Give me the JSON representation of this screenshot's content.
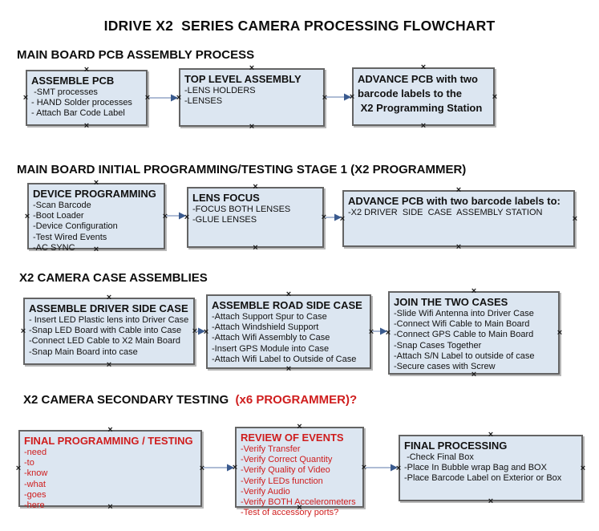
{
  "title": "IDRIVE X2  SERIES CAMERA PROCESSING FLOWCHART",
  "colors": {
    "box_fill": "#dce6f1",
    "box_border": "#646464",
    "text": "#111111",
    "accent_red": "#cf1d1d",
    "arrow_shaft": "#a3b3cf",
    "arrow_head": "#3a5a8e"
  },
  "sections": [
    {
      "heading": "MAIN BOARD PCB ASSEMBLY PROCESS",
      "boxes": [
        {
          "title": "ASSEMBLE PCB",
          "items": [
            " -SMT processes",
            "- HAND Solder processes",
            "- Attach Bar Code Label"
          ]
        },
        {
          "title": "TOP LEVEL ASSEMBLY",
          "items": [
            "-LENS HOLDERS",
            "-LENSES"
          ]
        },
        {
          "title_lines": [
            "ADVANCE PCB with two",
            "barcode labels to the",
            " X2 Programming Station"
          ]
        }
      ]
    },
    {
      "heading": "MAIN BOARD INITIAL PROGRAMMING/TESTING STAGE 1 (X2 PROGRAMMER)",
      "boxes": [
        {
          "title": "DEVICE PROGRAMMING",
          "items": [
            "-Scan Barcode",
            "-Boot Loader",
            "-Device Configuration",
            "-Test Wired Events",
            "-AC SYNC"
          ]
        },
        {
          "title": "LENS FOCUS",
          "items": [
            "-FOCUS BOTH LENSES",
            "-GLUE LENSES"
          ]
        },
        {
          "title": "ADVANCE PCB with two barcode labels to:",
          "items": [
            "-X2 DRIVER  SIDE  CASE  ASSEMBLY STATION"
          ]
        }
      ]
    },
    {
      "heading": "X2 CAMERA CASE ASSEMBLIES",
      "boxes": [
        {
          "title": "ASSEMBLE DRIVER SIDE CASE",
          "items": [
            "- Insert LED Plastic lens into Driver Case",
            "-Snap LED Board with Cable into Case",
            "-Connect LED Cable to X2 Main Board",
            "-Snap Main Board into case"
          ]
        },
        {
          "title": "ASSEMBLE ROAD SIDE CASE",
          "items": [
            "-Attach Support Spur to Case",
            "-Attach Windshield Support",
            "-Attach Wifi Assembly to Case",
            "-Insert GPS Module into Case",
            "-Attach Wifi Label to Outside of Case"
          ]
        },
        {
          "title": "JOIN THE TWO CASES",
          "items": [
            "-Slide Wifi Antenna into Driver Case",
            "-Connect Wifi Cable to Main Board",
            "-Connect GPS Cable to Main Board",
            "-Snap Cases Together",
            "-Attach S/N Label to outside of case",
            "-Secure cases with Screw"
          ]
        }
      ]
    },
    {
      "heading": "X2 CAMERA SECONDARY TESTING  ",
      "heading_accent": "(x6 PROGRAMMER)?",
      "boxes": [
        {
          "title": "FINAL PROGRAMMING / TESTING",
          "items": [
            "-need",
            "-to",
            "-know",
            "-what",
            "-goes",
            "-here"
          ]
        },
        {
          "title": "REVIEW OF EVENTS",
          "items": [
            "-Verify Transfer",
            "-Verify Correct Quantity",
            "-Verify Quality of Video",
            "-Verify LEDs function",
            "-Verify Audio",
            "-Verify BOTH Accelerometers",
            "-Test of accessory ports?"
          ]
        },
        {
          "title": "FINAL PROCESSING",
          "items": [
            " -Check Final Box",
            "-Place In Bubble wrap Bag and BOX",
            "-Place Barcode Label on Exterior or Box"
          ]
        }
      ]
    }
  ]
}
